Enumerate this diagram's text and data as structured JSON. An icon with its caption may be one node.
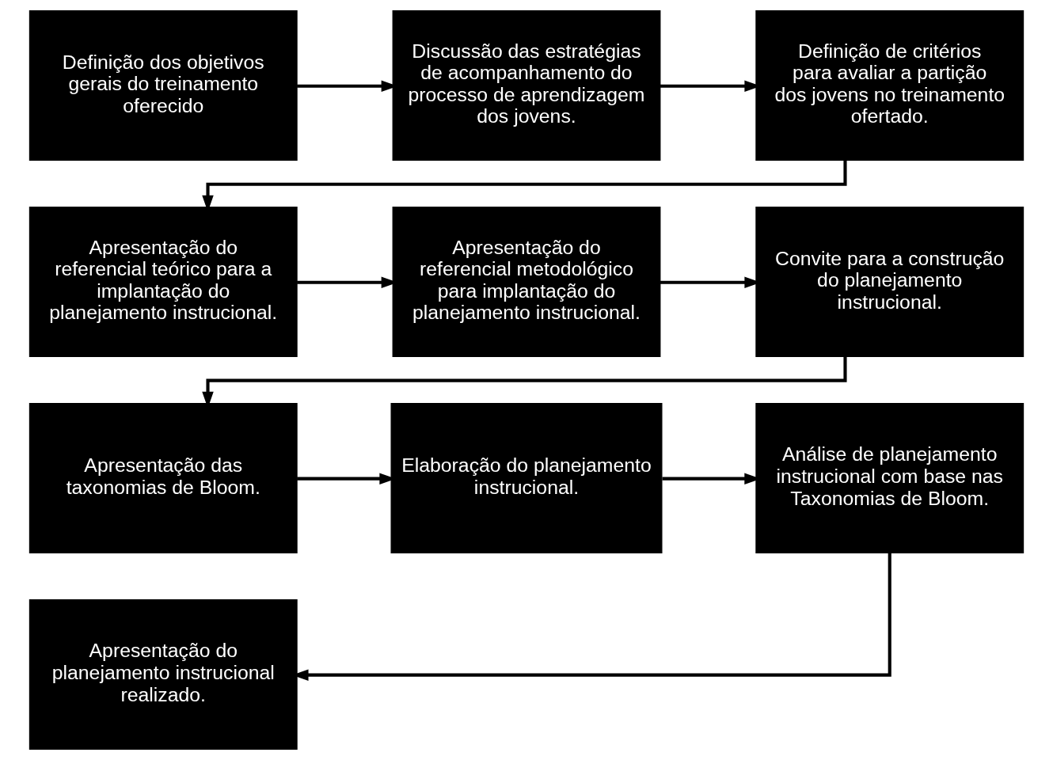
{
  "diagram": {
    "nodes": [
      {
        "text": [
          "Definição dos objetivos gerais do treinamento oferecido"
        ]
      },
      {
        "text": [
          "Discussão das estratégias de acompanhamento do processo de aprendizagem dos jovens."
        ]
      },
      {
        "text": [
          "Definição de critérios para avaliar a partição dos jovens no treinamento ofertado."
        ]
      },
      {
        "text": [
          "Apresentação do referencial teórico para a implantação do planejamento instrucional."
        ]
      },
      {
        "text": [
          "Apresentação do referencial metodológico para implantação do planejamento instrucional."
        ]
      },
      {
        "text": [
          "Convite para a construção do planejamento instrucional."
        ]
      },
      {
        "text": [
          "Apresentação das taxonomias de Bloom."
        ]
      },
      {
        "text": [
          "Elaboração do planejamento instrucional."
        ]
      },
      {
        "text": [
          "Análise de planejamento instrucional com base nas Taxonomias de Bloom."
        ]
      },
      {
        "text": [
          "Apresentação do planejamento instrucional realizado."
        ]
      }
    ],
    "edges": [
      {
        "from": 0,
        "to": 1,
        "arrow": "to"
      },
      {
        "from": 1,
        "to": 2,
        "arrow": "to"
      },
      {
        "from": 2,
        "to": 3,
        "arrow": "to"
      },
      {
        "from": 3,
        "to": 4,
        "arrow": "to"
      },
      {
        "from": 4,
        "to": 5,
        "arrow": "to"
      },
      {
        "from": 5,
        "to": 6,
        "arrow": "to"
      },
      {
        "from": 6,
        "to": 7,
        "arrow": "to"
      },
      {
        "from": 7,
        "to": 8,
        "arrow": "to"
      },
      {
        "from": 8,
        "to": 9,
        "arrow": "to"
      }
    ]
  }
}
